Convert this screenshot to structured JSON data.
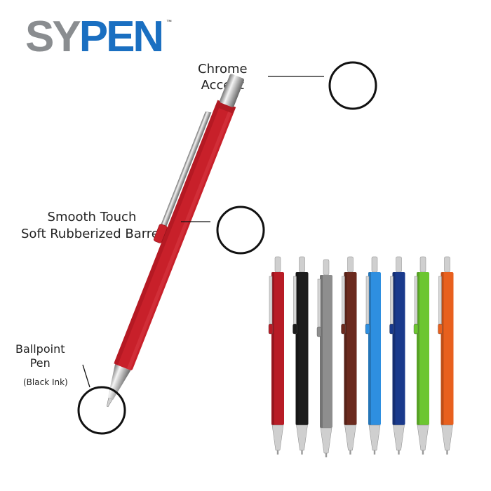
{
  "brand": {
    "part1": "SY",
    "part2": "PEN",
    "tm": "™"
  },
  "callouts": {
    "chrome": {
      "line1": "Chrome",
      "line2": "Accent"
    },
    "barrel": {
      "line1": "Smooth Touch",
      "line2": "Soft Rubberized Barrel"
    },
    "tip": {
      "line1": "Ballpoint",
      "line2": "Pen",
      "line3": "(Black Ink)"
    }
  },
  "colors": {
    "main_pen": "#c8202a",
    "variants": [
      "#b81c26",
      "#1c1c1c",
      "#8e8e8e",
      "#6b2a1e",
      "#2e8fe0",
      "#1a3a8c",
      "#6cc630",
      "#e8601e"
    ]
  }
}
